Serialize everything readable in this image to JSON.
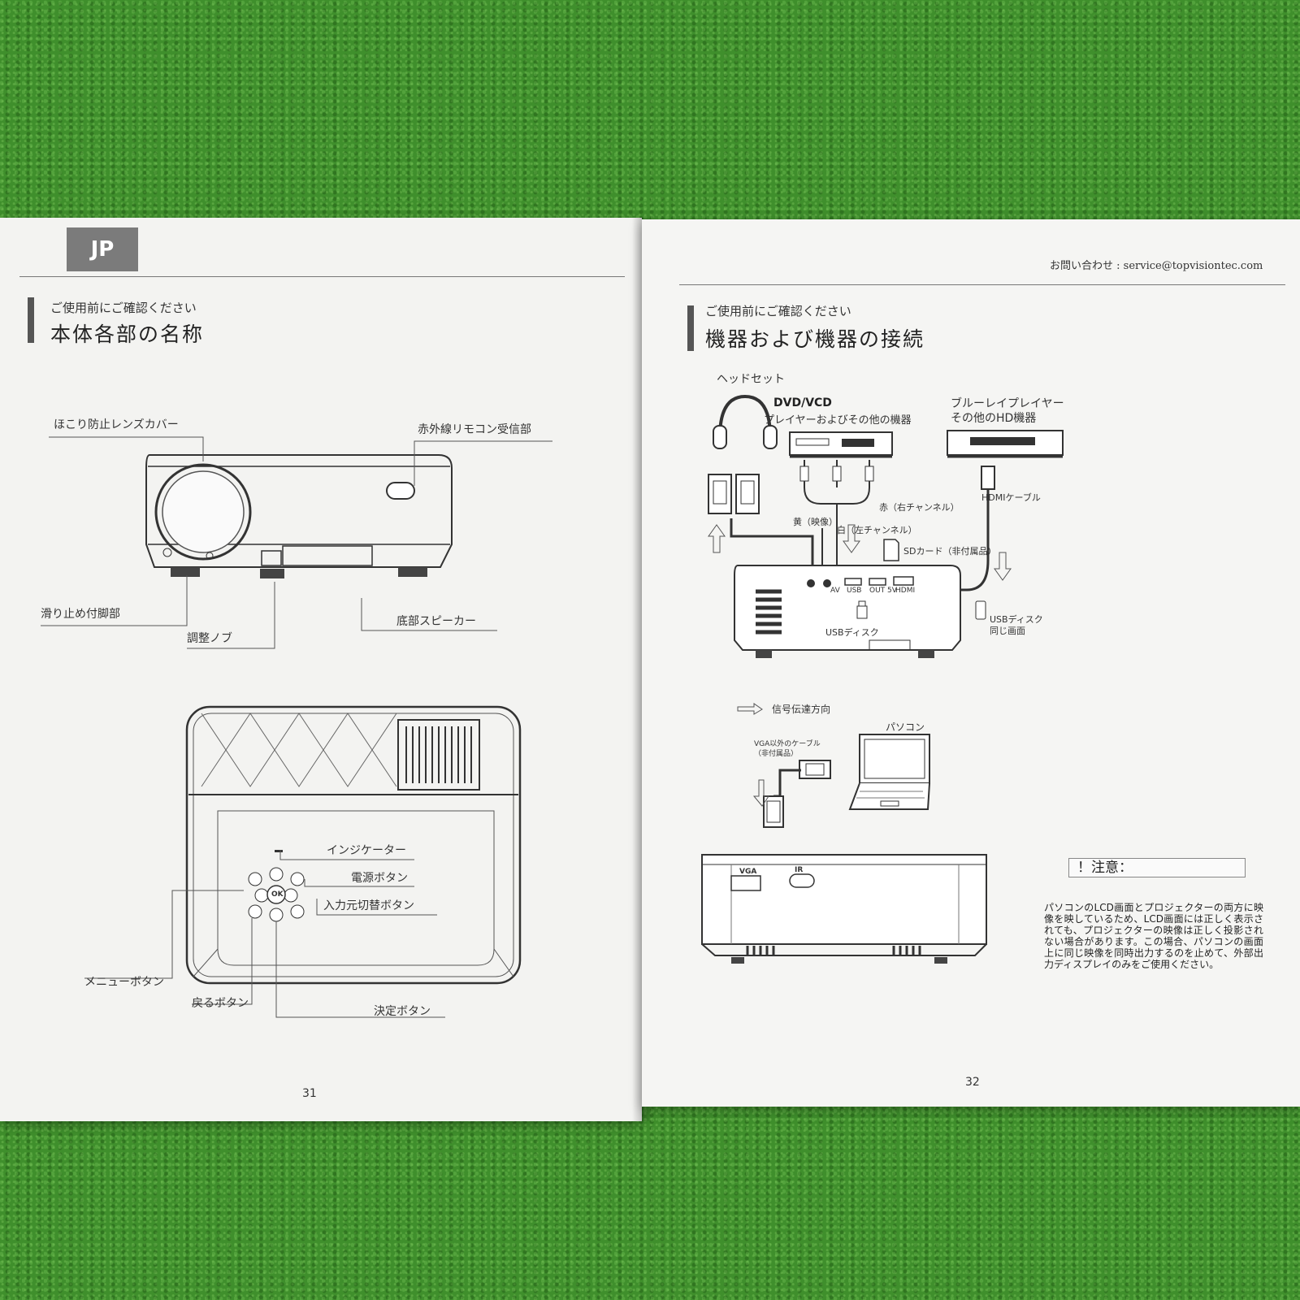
{
  "left_page": {
    "tab": "JP",
    "kicker": "ご使用前にご確認ください",
    "heading": "本体各部の名称",
    "labels": {
      "lens_cover": "ほこり防止レンズカバー",
      "ir_receiver": "赤外線リモコン受信部",
      "foot": "滑り止め付脚部",
      "knob": "調整ノブ",
      "speaker": "底部スピーカー",
      "indicator": "インジケーター",
      "power": "電源ボタン",
      "source": "入力元切替ボタン",
      "menu": "メニューボタン",
      "back": "戻るボタン",
      "ok": "決定ボタン"
    },
    "ok_key": "OK",
    "page_number": "31"
  },
  "right_page": {
    "contact": "お問い合わせ : service@topvisiontec.com",
    "kicker": "ご使用前にご確認ください",
    "heading": "機器および機器の接続",
    "labels": {
      "headset": "ヘッドセット",
      "dvd_title": "DVD/VCD",
      "dvd_sub": "プレイヤーおよびその他の機器",
      "bluray_title": "ブルーレイプレイヤー",
      "bluray_sub": "その他のHD機器",
      "red": "赤（右チャンネル）",
      "yellow": "黄（映像）",
      "white": "白（左チャンネル）",
      "hdmi_cable": "HDMIケーブル",
      "sd_card": "SDカード（非付属品）",
      "usb_disk": "USBディスク",
      "usb_disk2": "USBディスク",
      "same_screen": "同じ画面",
      "signal": "信号伝達方向",
      "pc": "パソコン",
      "vga_cable": "VGA以外のケーブル",
      "vga_cable_sub": "（非付属品）"
    },
    "ports": {
      "av": "AV",
      "usb": "USB",
      "out5v": "OUT 5V",
      "hdmi": "HDMI",
      "vga": "VGA",
      "ir": "IR"
    },
    "note_title": "！注意：",
    "note_body": "パソコンのLCD画面とプロジェクターの両方に映像を映しているため、LCD画面には正しく表示されても、プロジェクターの映像は正しく投影されない場合があります。この場合、パソコンの画面上に同じ映像を同時出力するのを止めて、外部出力ディスプレイのみをご使用ください。",
    "page_number": "32"
  }
}
